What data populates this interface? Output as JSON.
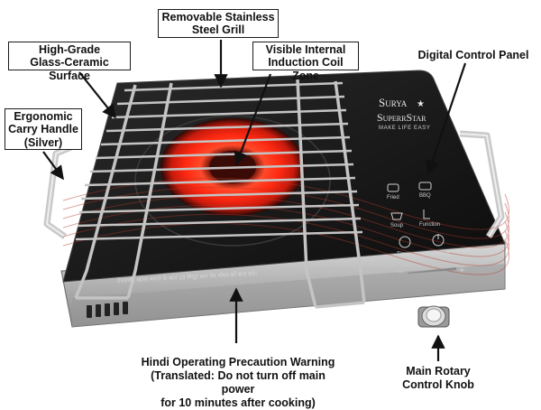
{
  "callouts": {
    "grill": "Removable Stainless\nSteel Grill",
    "glass": "High-Grade\nGlass-Ceramic Surface",
    "coil": "Visible Internal\nInduction Coil Zone",
    "panel": "Digital Control Panel",
    "handle": "Ergonomic\nCarry Handle\n(Silver)",
    "warning": "Hindi Operating Precaution Warning\n(Translated: Do not turn off main power\nfor 10 minutes after cooking)",
    "knob": "Main Rotary\nControl Knob"
  },
  "brand": {
    "name": "Surya",
    "star": "★",
    "model": "SuperrStar",
    "tagline": "MAKE LIFE EASY"
  },
  "panel_buttons": [
    "Fried",
    "BBQ",
    "Soup",
    "Function",
    "Timer",
    "ON/OFF"
  ],
  "slider": {
    "minus": "−",
    "plus": "+"
  },
  "hindi_text": "देश्याली, खाशा बनाने के बात 10 मिपुट सल नेम मॉधर को बन्द करे।",
  "colors": {
    "glass": "#151515",
    "coil": "#e8321e",
    "steel": "#b8b8b8"
  }
}
